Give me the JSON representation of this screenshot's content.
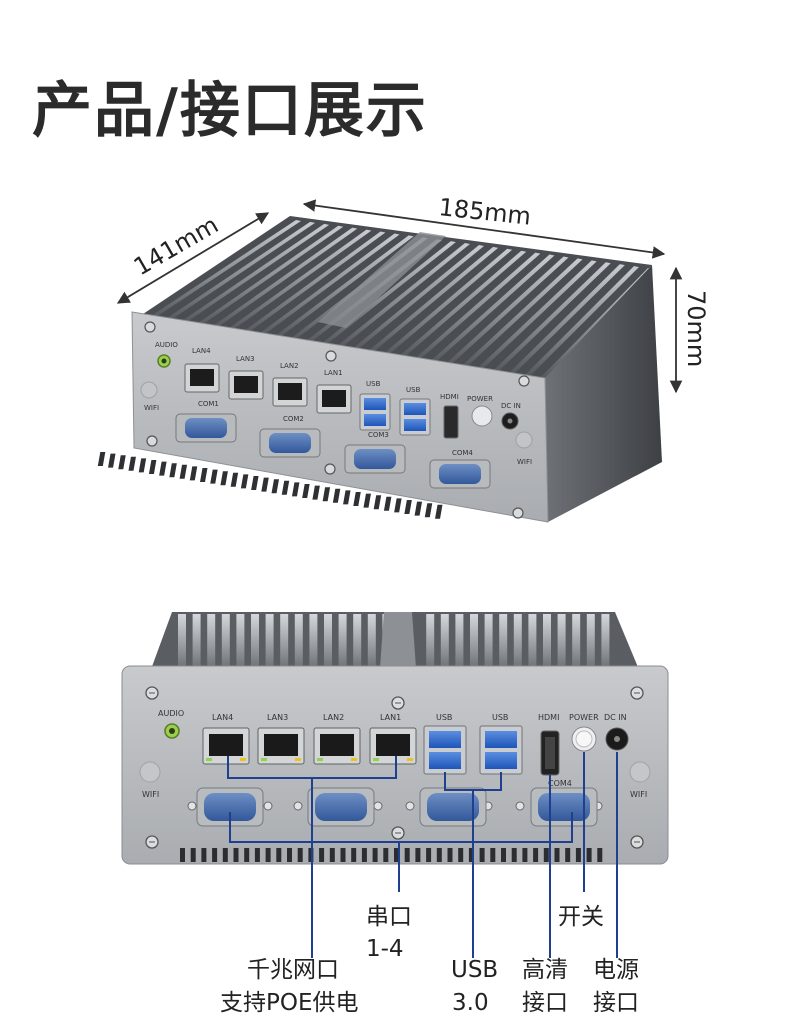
{
  "page_title": "产品/接口展示",
  "dimensions": {
    "length": "185mm",
    "depth": "141mm",
    "height": "70mm"
  },
  "top_device_labels": {
    "audio": "AUDIO",
    "wifi": "WIFI",
    "lan": [
      "LAN4",
      "LAN3",
      "LAN2",
      "LAN1"
    ],
    "com": [
      "COM1",
      "COM2",
      "COM3",
      "COM4"
    ],
    "usb": "USB",
    "hdmi": "HDMI",
    "power": "POWER",
    "dcin": "DC IN"
  },
  "front_device_labels": {
    "audio": "AUDIO",
    "wifi": "WIFI",
    "lan": [
      "LAN4",
      "LAN3",
      "LAN2",
      "LAN1"
    ],
    "com4": "COM4",
    "usb": "USB",
    "hdmi": "HDMI",
    "power": "POWER",
    "dcin": "DC IN"
  },
  "callouts": {
    "serial": {
      "line1": "串口",
      "line2": "1-4"
    },
    "lan": {
      "line1": "千兆网口",
      "line2": "支持POE供电"
    },
    "usb": {
      "line1": "USB",
      "line2": "3.0"
    },
    "hdmi": {
      "line1": "高清",
      "line2": "接口"
    },
    "switch": {
      "line1": "开关"
    },
    "power": {
      "line1": "电源",
      "line2": "接口"
    }
  }
}
